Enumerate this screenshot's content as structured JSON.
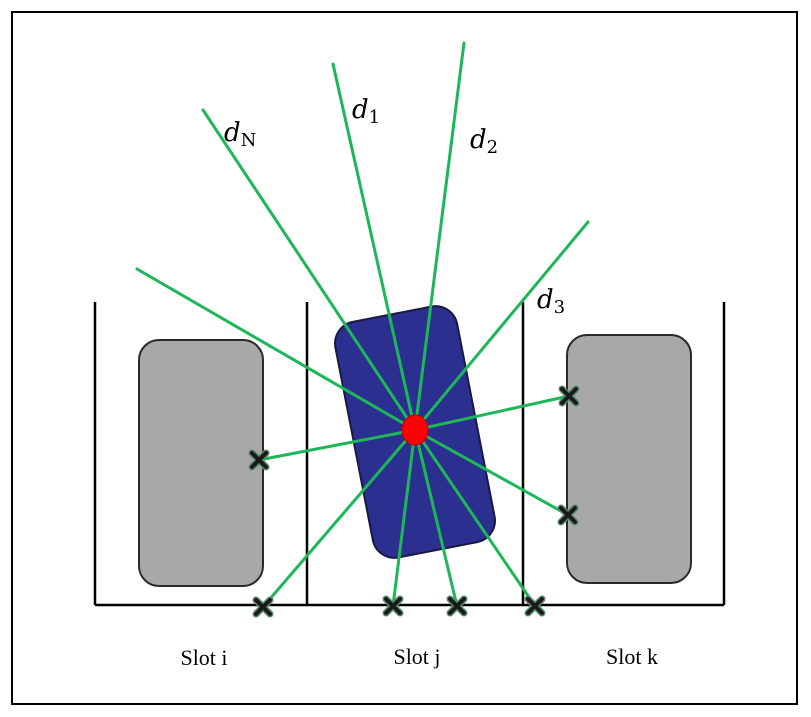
{
  "colors": {
    "frame": "#000000",
    "neighbor_vehicle": "#a8a8a8",
    "ego_vehicle": "#2b2f8f",
    "ray": "#1db75a",
    "sensor": "#ff0000",
    "hit_marker": "#1a1a1a"
  },
  "rays": {
    "dN": {
      "base": "d",
      "sub": "N"
    },
    "d1": {
      "base": "d",
      "sub": "1"
    },
    "d2": {
      "base": "d",
      "sub": "2"
    },
    "d3": {
      "base": "d",
      "sub": "3"
    }
  },
  "slots": {
    "i": "Slot i",
    "j": "Slot j",
    "k": "Slot k"
  },
  "icons": {
    "sensor": "sensor-origin-dot",
    "hit": "cross-mark-icon"
  }
}
